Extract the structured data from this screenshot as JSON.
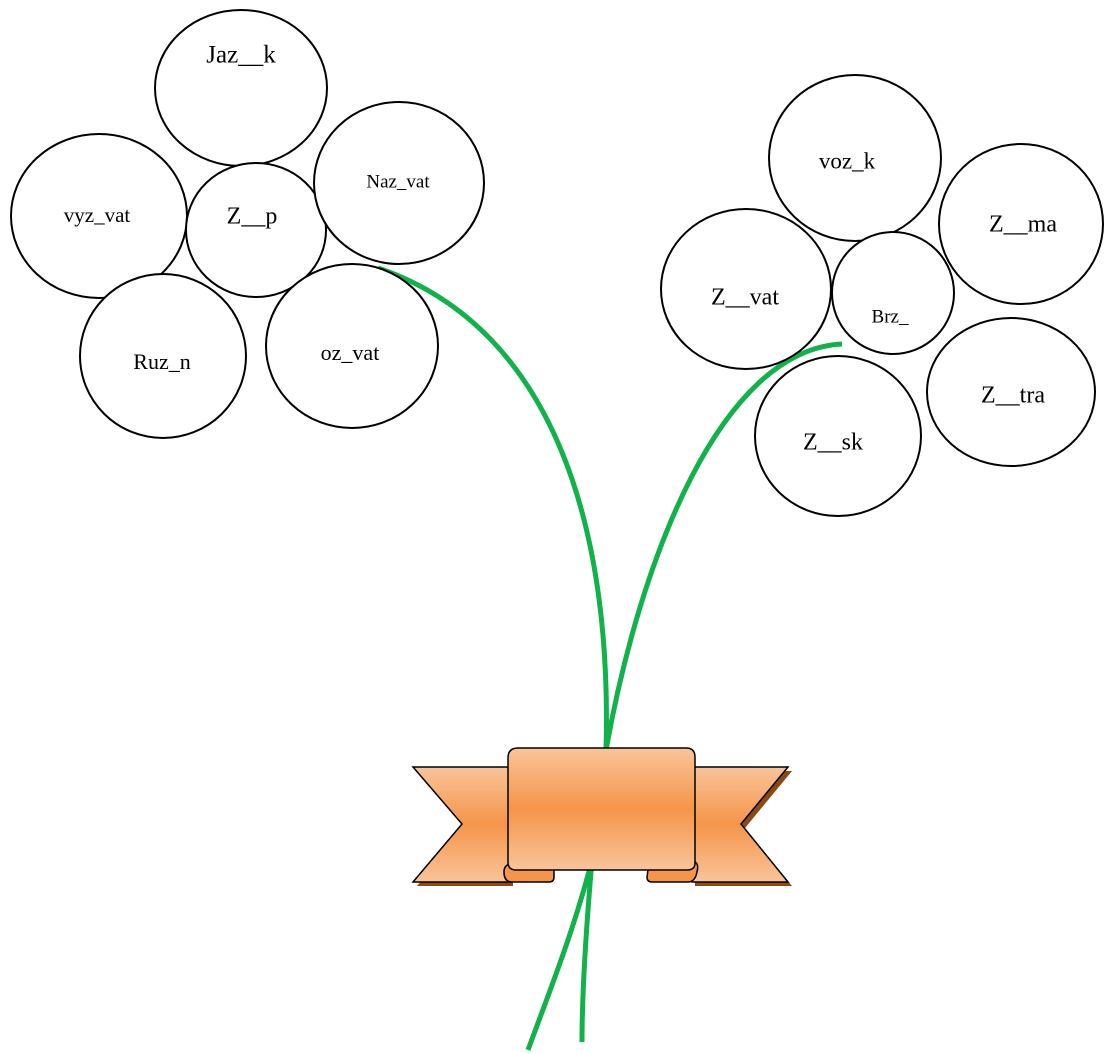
{
  "colors": {
    "stem": "#12b24b",
    "ribbon_light": "#f9c49a",
    "ribbon_mid": "#f5954a",
    "ribbon_shadow": "#8a4a14",
    "outline": "#000000"
  },
  "left_flower": {
    "words": [
      "Jaz__k",
      "vyz_vat",
      "Z__p",
      "Naz_vat",
      "Ruz_n",
      "oz_vat"
    ]
  },
  "right_flower": {
    "words": [
      "voz_k",
      "Z__ma",
      "Z__vat",
      "Brz_",
      "Z__tra",
      "Z__sk"
    ]
  },
  "ribbon": {
    "text": ""
  }
}
